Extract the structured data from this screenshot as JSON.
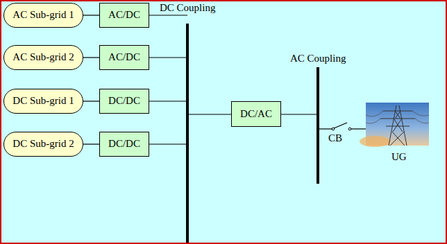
{
  "diagram": {
    "nodes": [
      {
        "text": [
          "AC Sub-grid 1"
        ]
      },
      {
        "text": [
          "AC/DC"
        ]
      },
      {
        "text": [
          "AC Sub-grid 2"
        ]
      },
      {
        "text": [
          "AC/DC"
        ]
      },
      {
        "text": [
          "DC Sub-grid 1"
        ]
      },
      {
        "text": [
          "DC/DC"
        ]
      },
      {
        "text": [
          "DC Sub-grid 2"
        ]
      },
      {
        "text": [
          "DC/DC"
        ]
      },
      {
        "text": [
          "DC/AC"
        ]
      }
    ],
    "edges": [
      {
        "from": 0,
        "to": 1,
        "arrow": "none"
      },
      {
        "from": 2,
        "to": 3,
        "arrow": "none"
      },
      {
        "from": 4,
        "to": 5,
        "arrow": "none"
      },
      {
        "from": 6,
        "to": 7,
        "arrow": "none"
      }
    ],
    "labels": [
      "DC Coupling",
      "AC Coupling",
      "CB",
      "UG"
    ]
  }
}
